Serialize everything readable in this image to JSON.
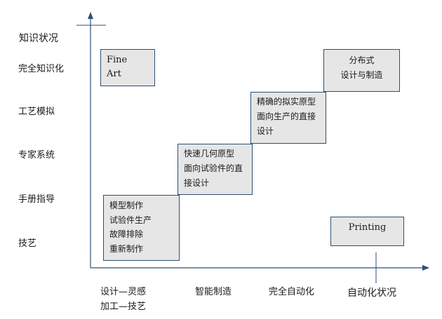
{
  "y_axis": {
    "title": "知识状况",
    "levels": [
      "完全知识化",
      "工艺模拟",
      "专家系统",
      "手册指导",
      "技艺"
    ]
  },
  "x_axis": {
    "title": "自动化状况",
    "categories": [
      [
        "设计—灵感",
        "加工—技艺"
      ],
      [
        "智能制造"
      ],
      [
        "完全自动化"
      ]
    ]
  },
  "boxes": {
    "fine_art": [
      "Fine",
      "Art"
    ],
    "handcraft": [
      "模型制作",
      "试验件生产",
      "故障排除",
      "重新制作"
    ],
    "rapid_prototype": [
      "快速几何原型",
      "面向试验件的直",
      "接设计"
    ],
    "virtual_prototype": [
      "精确的拟实原型",
      "面向生产的直接",
      "设计"
    ],
    "distributed": [
      "分布式",
      "设计与制造"
    ],
    "printing": [
      "Printing"
    ]
  },
  "colors": {
    "axis": "#2c4f73",
    "box_fill": "#e6e6e6",
    "box_border": "#2c4f73"
  }
}
